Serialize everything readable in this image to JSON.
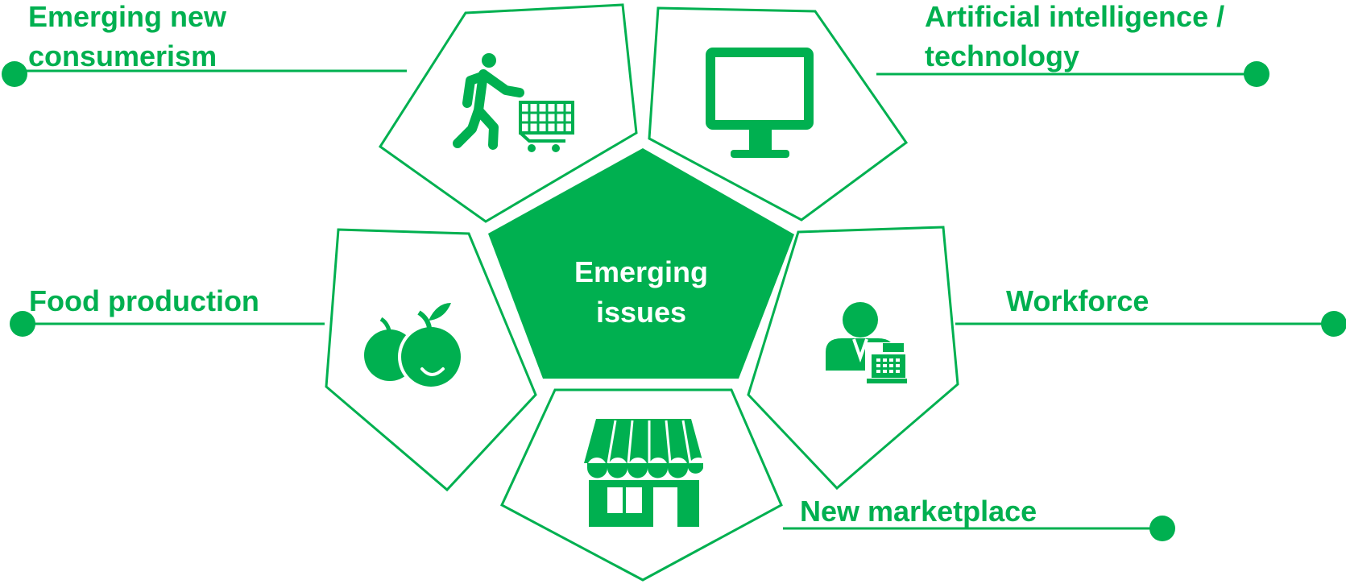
{
  "center": {
    "line1": "Emerging",
    "line2": "issues"
  },
  "labels": {
    "consumerism_line1": "Emerging new",
    "consumerism_line2": "consumerism",
    "ai_line1": "Artificial intelligence /",
    "ai_line2": "technology",
    "food": "Food production",
    "workforce": "Workforce",
    "marketplace": "New marketplace"
  },
  "icons": {
    "consumerism": "shopper-with-cart-icon",
    "ai": "computer-monitor-icon",
    "food": "fruit-icon",
    "workforce": "cashier-register-icon",
    "marketplace": "storefront-icon"
  },
  "colors": {
    "accent": "#00b050",
    "background": "#ffffff",
    "center_text": "#ffffff"
  }
}
